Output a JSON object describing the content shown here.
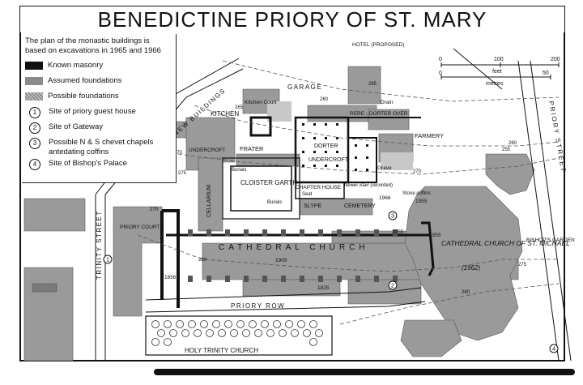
{
  "title": "BENEDICTINE PRIORY OF ST. MARY",
  "legend": {
    "intro": "The plan of the monastic buildings is based on excavations in 1965 and 1966",
    "items": [
      {
        "type": "known",
        "label": "Known masonry"
      },
      {
        "type": "assumed",
        "label": "Assumed foundations"
      },
      {
        "type": "possible",
        "label": "Possible foundations"
      },
      {
        "type": "num",
        "num": "1",
        "label": "Site of priory guest house"
      },
      {
        "type": "num",
        "num": "2",
        "label": "Site of Gateway"
      },
      {
        "type": "num",
        "num": "3",
        "label": "Possible N & S chevet chapels antedating coffins"
      },
      {
        "type": "num",
        "num": "4",
        "label": "Site of Bishop's Palace"
      }
    ]
  },
  "scale": {
    "feet_label": "feet",
    "metres_label": "metres",
    "feet_ticks": [
      "0",
      "100",
      "200"
    ],
    "metres_ticks": [
      "0",
      "50"
    ]
  },
  "labels": {
    "hotel": "HOTEL (PROPOSED)",
    "garage": "GARAGE",
    "new_buildings": "NEW BUILDINGS",
    "kitchen_court": "Kitchen Court",
    "kitchen": "KITCHEN",
    "rere_dorter": "RERE - DORTER OVER",
    "drain": "Drain",
    "dorter": "DORTER",
    "undercroft_w": "UNDERCROFT",
    "frater": "FRATER",
    "undercroft": "UNDERCROFT",
    "farmery": "FARMERY",
    "burials_1": "Burials",
    "burials_2": "Burials",
    "cloister_garth": "CLOISTER GARTH",
    "cellarium": "CELLARIUM",
    "chapter_house": "CHAPTER HOUSE",
    "seat": "Seat",
    "newel_stair": "Newel Stair (recorded)",
    "grave": "Grave",
    "slype": "SLYPE",
    "cemetery": "CEMETERY",
    "stone_coffins": "Stone coffins",
    "cathedral_church": "CATHEDRAL CHURCH",
    "cathedral_michael": "CATHEDRAL CHURCH OF ST. MICHAEL",
    "michael_year": "(1962)",
    "trinity_street": "TRINITY STREET",
    "priory_court": "PRIORY COURT",
    "priory_row": "PRIORY ROW",
    "priory_street": "PRIORY STREET",
    "holy_trinity": "HOLY TRINITY CHURCH",
    "bishops_garden": "BISHOP'S GARDEN"
  },
  "years": [
    "1966",
    "1955",
    "1955",
    "1955",
    "1909",
    "1856",
    "1825"
  ],
  "contours": [
    "260",
    "265",
    "270",
    "275",
    "280",
    "255",
    "260",
    "265",
    "270",
    "275",
    "280",
    "270"
  ],
  "markers": [
    "1",
    "2",
    "3",
    "4"
  ]
}
